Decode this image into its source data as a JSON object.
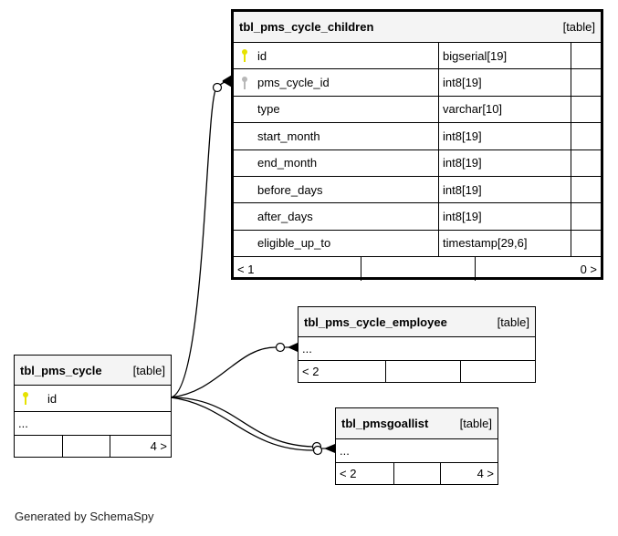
{
  "footer_text": "Generated by SchemaSpy",
  "colors": {
    "header_bg": "#f4f4f4",
    "primary_key": "#e6e200",
    "foreign_key": "#b8b8b8",
    "border": "#000000"
  },
  "tables": {
    "children": {
      "name": "tbl_pms_cycle_children",
      "kind": "[table]",
      "columns": [
        {
          "name": "id",
          "type": "bigserial[19]",
          "key": "primary-key"
        },
        {
          "name": "pms_cycle_id",
          "type": "int8[19]",
          "key": "foreign-key"
        },
        {
          "name": "type",
          "type": "varchar[10]",
          "key": ""
        },
        {
          "name": "start_month",
          "type": "int8[19]",
          "key": ""
        },
        {
          "name": "end_month",
          "type": "int8[19]",
          "key": ""
        },
        {
          "name": "before_days",
          "type": "int8[19]",
          "key": ""
        },
        {
          "name": "after_days",
          "type": "int8[19]",
          "key": ""
        },
        {
          "name": "eligible_up_to",
          "type": "timestamp[29,6]",
          "key": ""
        }
      ],
      "footer": {
        "parents": "< 1",
        "rows": "",
        "children": "0 >"
      }
    },
    "employee": {
      "name": "tbl_pms_cycle_employee",
      "kind": "[table]",
      "ellipsis": "...",
      "footer": {
        "parents": "< 2",
        "rows": "",
        "children": ""
      }
    },
    "goallist": {
      "name": "tbl_pmsgoallist",
      "kind": "[table]",
      "ellipsis": "...",
      "footer": {
        "parents": "< 2",
        "rows": "",
        "children": "4 >"
      }
    },
    "cycle": {
      "name": "tbl_pms_cycle",
      "kind": "[table]",
      "columns": [
        {
          "name": "id",
          "key": "primary-key"
        }
      ],
      "ellipsis": "...",
      "footer": {
        "parents": "",
        "rows": "",
        "children": "4 >"
      }
    }
  },
  "relationships": [
    {
      "from": "tbl_pms_cycle.id",
      "to": "tbl_pms_cycle_children.pms_cycle_id",
      "cardinality": "zero-or-many"
    },
    {
      "from": "tbl_pms_cycle.id",
      "to": "tbl_pms_cycle_employee",
      "cardinality": "zero-or-many"
    },
    {
      "from": "tbl_pms_cycle.id",
      "to": "tbl_pmsgoallist",
      "cardinality": "zero-or-many"
    },
    {
      "from": "tbl_pms_cycle.id",
      "to": "tbl_pmsgoallist",
      "cardinality": "zero-or-many"
    }
  ]
}
